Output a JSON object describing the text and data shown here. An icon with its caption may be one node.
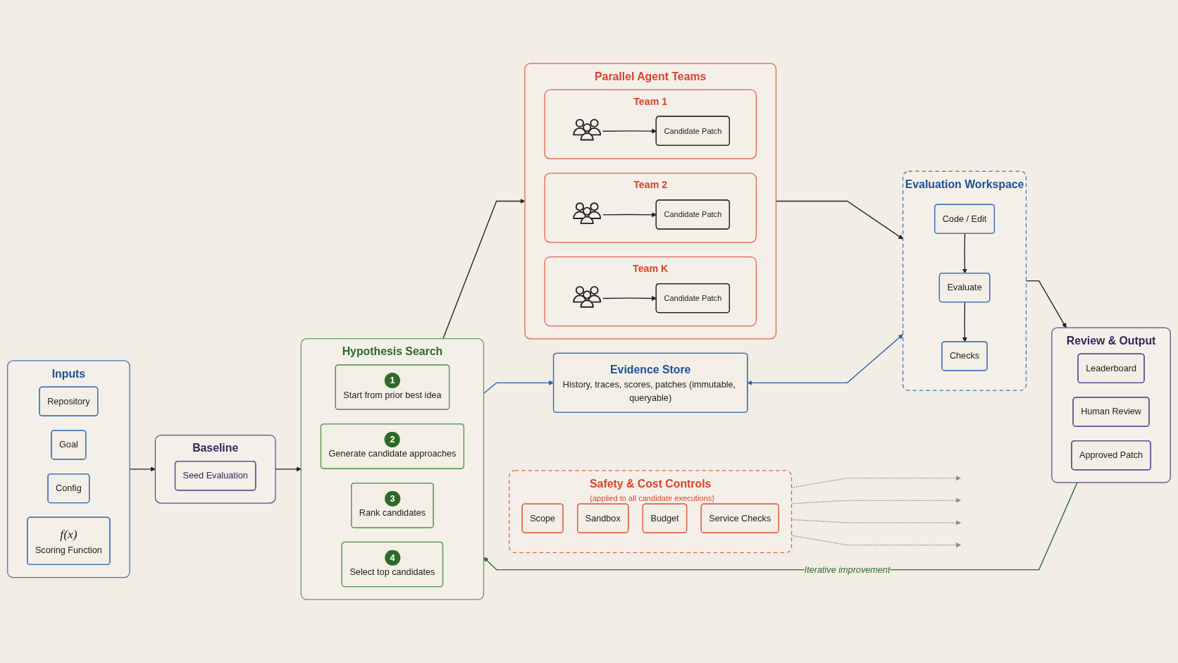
{
  "diagram": {
    "nodes": [
      {
        "text": [
          "Inputs"
        ]
      },
      {
        "text": [
          "Repository"
        ],
        "in": 0
      },
      {
        "text": [
          "Goal"
        ],
        "in": 0
      },
      {
        "text": [
          "Config"
        ],
        "in": 0
      },
      {
        "text": [
          "f(x)",
          "Scoring Function"
        ],
        "in": 0
      },
      {
        "text": [
          "Baseline"
        ]
      },
      {
        "text": [
          "Seed Evaluation"
        ],
        "in": 5
      },
      {
        "text": [
          "Hypothesis Search"
        ]
      },
      {
        "text": [
          "1",
          "Start from prior best idea"
        ],
        "in": 7
      },
      {
        "text": [
          "2",
          "Generate candidate approaches"
        ],
        "in": 7
      },
      {
        "text": [
          "3",
          "Rank candidates"
        ],
        "in": 7
      },
      {
        "text": [
          "4",
          "Select top candidates"
        ],
        "in": 7
      },
      {
        "text": [
          "Parallel Agent Teams"
        ]
      },
      {
        "text": [
          "Team 1"
        ],
        "in": 12
      },
      {
        "text": [],
        "shape": "person",
        "in": 13
      },
      {
        "text": [
          "Candidate Patch"
        ],
        "in": 13
      },
      {
        "text": [
          "Team 2"
        ],
        "in": 12
      },
      {
        "text": [],
        "shape": "person",
        "in": 16
      },
      {
        "text": [
          "Candidate Patch"
        ],
        "in": 16
      },
      {
        "text": [
          "Team K"
        ],
        "in": 12
      },
      {
        "text": [],
        "shape": "person",
        "in": 19
      },
      {
        "text": [
          "Candidate Patch"
        ],
        "in": 19
      },
      {
        "text": [
          "Evaluation Workspace"
        ]
      },
      {
        "text": [
          "Code / Edit"
        ],
        "in": 22
      },
      {
        "text": [
          "Evaluate"
        ],
        "in": 22
      },
      {
        "text": [
          "Checks"
        ],
        "in": 22
      },
      {
        "text": [
          "Review & Output"
        ]
      },
      {
        "text": [
          "Leaderboard"
        ],
        "in": 26
      },
      {
        "text": [
          "Human Review"
        ],
        "in": 26
      },
      {
        "text": [
          "Approved Patch"
        ],
        "in": 26
      },
      {
        "text": [
          "Evidence Store",
          "History, traces, scores, patches (immutable, queryable)"
        ]
      },
      {
        "text": [
          "Safety & Cost Controls",
          "(applied to all candidate executions)"
        ]
      },
      {
        "text": [
          "Scope"
        ],
        "in": 31
      },
      {
        "text": [
          "Sandbox"
        ],
        "in": 31
      },
      {
        "text": [
          "Budget"
        ],
        "in": 31
      },
      {
        "text": [
          "Service Checks"
        ],
        "in": 31
      }
    ],
    "edges": [
      {
        "from": 0,
        "to": 5,
        "arrow": "to"
      },
      {
        "from": 5,
        "to": 7,
        "arrow": "to"
      },
      {
        "from": 7,
        "to": 12,
        "arrow": "to"
      },
      {
        "from": 12,
        "to": 22,
        "arrow": "to"
      },
      {
        "from": 22,
        "to": 26,
        "arrow": "to"
      },
      {
        "from": 14,
        "to": 15,
        "arrow": "to"
      },
      {
        "from": 17,
        "to": 18,
        "arrow": "to"
      },
      {
        "from": 20,
        "to": 21,
        "arrow": "to"
      },
      {
        "from": 23,
        "to": 24,
        "arrow": "to"
      },
      {
        "from": 24,
        "to": 25,
        "arrow": "to"
      },
      {
        "from": 26,
        "to": 7,
        "arrow": "to",
        "label": "Iterative improvement",
        "color": "#2d6a2a"
      },
      {
        "from": 7,
        "to": 30,
        "arrow": "to",
        "color": "#2f5fa8"
      },
      {
        "from": 30,
        "to": 22,
        "arrow": "both",
        "color": "#2f5fa8"
      },
      {
        "from": 31,
        "to": null,
        "arrow": "to",
        "style": "dashed",
        "color": "#8a8a8a"
      },
      {
        "from": 31,
        "to": null,
        "arrow": "to",
        "style": "dashed",
        "color": "#8a8a8a"
      },
      {
        "from": 31,
        "to": null,
        "arrow": "to",
        "style": "dashed",
        "color": "#8a8a8a"
      },
      {
        "from": 31,
        "to": null,
        "arrow": "to",
        "style": "dashed",
        "color": "#8a8a8a"
      }
    ]
  }
}
